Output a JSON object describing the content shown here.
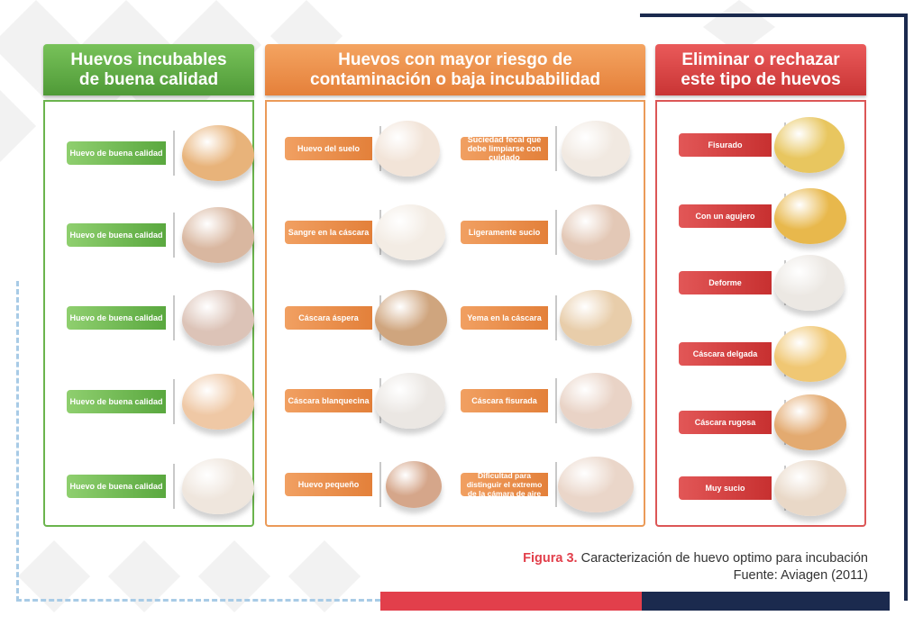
{
  "panels": {
    "good": {
      "title_line1": "Huevos incubables",
      "title_line2": "de buena calidad",
      "items": [
        {
          "label": "Huevo de buena calidad",
          "egg_color": "#e8b37a"
        },
        {
          "label": "Huevo de buena calidad",
          "egg_color": "#d9b7a0"
        },
        {
          "label": "Huevo de buena calidad",
          "egg_color": "#dcc3b7"
        },
        {
          "label": "Huevo de buena calidad",
          "egg_color": "#efc8a5"
        },
        {
          "label": "Huevo de buena calidad",
          "egg_color": "#efe6dd"
        }
      ]
    },
    "risk": {
      "title_line1": "Huevos con mayor riesgo de",
      "title_line2": "contaminación o baja incubabilidad",
      "left_items": [
        {
          "label": "Huevo del suelo",
          "egg_color": "#f2e4d8"
        },
        {
          "label": "Sangre en la cáscara",
          "egg_color": "#f3ece4"
        },
        {
          "label": "Cáscara áspera",
          "egg_color": "#cfa57e"
        },
        {
          "label": "Cáscara blanquecina",
          "egg_color": "#ebe7e3"
        },
        {
          "label": "Huevo pequeño",
          "egg_color": "#d5a68a"
        }
      ],
      "right_items": [
        {
          "label": "Suciedad fecal que debe limpiarse con cuidado",
          "egg_color": "#f1e9e1"
        },
        {
          "label": "Ligeramente sucio",
          "egg_color": "#e3c8b6"
        },
        {
          "label": "Yema en la cáscara",
          "egg_color": "#e8cdaa"
        },
        {
          "label": "Cáscara fisurada",
          "egg_color": "#e9d3c6"
        },
        {
          "label": "Dificultad para distinguir el extremo de la cámara de aire",
          "egg_color": "#ead6c9"
        }
      ]
    },
    "reject": {
      "title_line1": "Eliminar o rechazar",
      "title_line2": "este tipo de huevos",
      "items": [
        {
          "label": "Fisurado",
          "egg_color": "#e8c65f"
        },
        {
          "label": "Con un agujero",
          "egg_color": "#e8b84c"
        },
        {
          "label": "Deforme",
          "egg_color": "#ece8e3"
        },
        {
          "label": "Cáscara delgada",
          "egg_color": "#f0c773"
        },
        {
          "label": "Cáscara rugosa",
          "egg_color": "#e3aa70"
        },
        {
          "label": "Muy sucio",
          "egg_color": "#e9d8c7"
        }
      ]
    }
  },
  "caption": {
    "figure_label": "Figura 3.",
    "figure_text": " Caracterización de huevo optimo para incubación",
    "source": "Fuente: Aviagen (2011)"
  }
}
